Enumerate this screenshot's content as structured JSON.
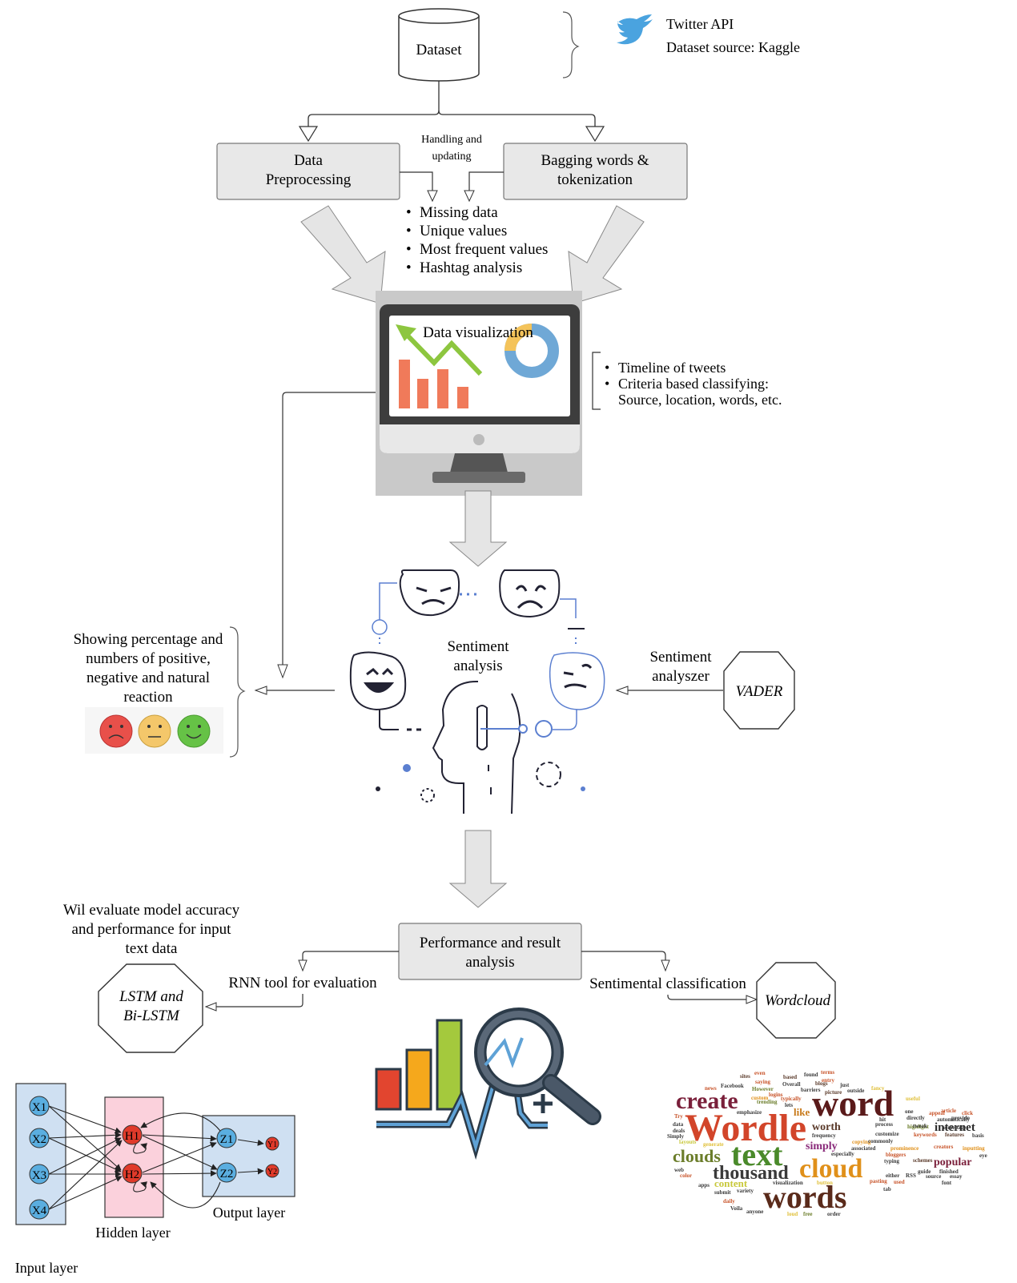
{
  "dataset": {
    "label": "Dataset"
  },
  "source": {
    "line1": "Twitter API",
    "line2": "Dataset source: Kaggle"
  },
  "preprocessing": {
    "line1": "Data",
    "line2": "Preprocessing"
  },
  "bagging": {
    "line1": "Bagging words &",
    "line2": "tokenization"
  },
  "handling": {
    "line1": "Handling and",
    "line2": "updating"
  },
  "analysis_list": [
    "Missing data",
    "Unique values",
    "Most frequent values",
    "Hashtag analysis"
  ],
  "visualization": {
    "label": "Data visualization"
  },
  "timeline_list": [
    "Timeline of tweets",
    "Criteria based classifying:"
  ],
  "timeline_cont": "Source, location, words, etc.",
  "sentiment": {
    "line1": "Sentiment",
    "line2": "analysis"
  },
  "analyzer": {
    "line1": "Sentiment",
    "line2": "analyszer"
  },
  "vader": {
    "label": "VADER"
  },
  "showing": {
    "lines": [
      "Showing percentage and",
      "numbers of positive,",
      "negative and natural",
      "reaction"
    ]
  },
  "performance": {
    "line1": "Performance and result",
    "line2": "analysis"
  },
  "evaluate": {
    "lines": [
      "Wil evaluate model accuracy",
      "and performance for input",
      "text data"
    ]
  },
  "rnn": {
    "label": "RNN tool for evaluation"
  },
  "lstm": {
    "line1": "LSTM and",
    "line2": "Bi-LSTM"
  },
  "sentimental": {
    "label": "Sentimental classification"
  },
  "wordcloud": {
    "label": "Wordcloud"
  },
  "network": {
    "inputs": [
      "X1",
      "X2",
      "X3",
      "X4"
    ],
    "hidden": [
      "H1",
      "H2"
    ],
    "z_nodes": [
      "Z1",
      "Z2"
    ],
    "y_nodes": [
      "Y1",
      "Y2"
    ],
    "input_label": "Input layer",
    "hidden_label": "Hidden layer",
    "output_label": "Output layer"
  },
  "cloud_words": {
    "big": [
      "create",
      "Wordle",
      "word",
      "text",
      "clouds",
      "thousand",
      "cloud",
      "words",
      "internet",
      "popular",
      "content",
      "simply",
      "like",
      "worth"
    ],
    "small": [
      "sites",
      "even",
      "saying",
      "based",
      "found",
      "terms",
      "blogs",
      "just",
      "Facebook",
      "However",
      "barriers",
      "picture",
      "outside",
      "fancy",
      "Overall",
      "typically",
      "trending",
      "lets",
      "emphasize",
      "frequency",
      "highlight",
      "article",
      "click",
      "keywords",
      "features",
      "basis",
      "customize",
      "associated",
      "especially",
      "creators",
      "inputting",
      "eye",
      "schemes",
      "prominence",
      "generate",
      "layouts",
      "data",
      "deals",
      "color",
      "apps",
      "daily",
      "Voila",
      "anyone",
      "visualization",
      "button",
      "pasting",
      "used",
      "guide",
      "finished",
      "essay",
      "font",
      "order",
      "free",
      "loud",
      "submit",
      "variety",
      "tweak",
      "process",
      "either",
      "RSS",
      "source",
      "bloggers",
      "useful",
      "copying",
      "commonly",
      "homepage",
      "automatically",
      "provide",
      "directly",
      "appeal",
      "Try",
      "Simply",
      "web",
      "news",
      "logins",
      "custom",
      "one",
      "hit",
      "entry",
      "typing",
      "tab"
    ]
  },
  "colors": {
    "box_fill": "#e8e8e8",
    "box_stroke": "#777777",
    "bar_orange": "#f07a5a",
    "arrow_green": "#8dc63f",
    "donut_blue": "#6fa8d6",
    "donut_yellow": "#f4c35a",
    "node_blue": "#5aaee0",
    "node_red": "#e03a2a",
    "face_red": "#e8504a",
    "face_yellow": "#f4c76a",
    "face_green": "#66c246",
    "twitter_blue": "#4aa3df"
  }
}
